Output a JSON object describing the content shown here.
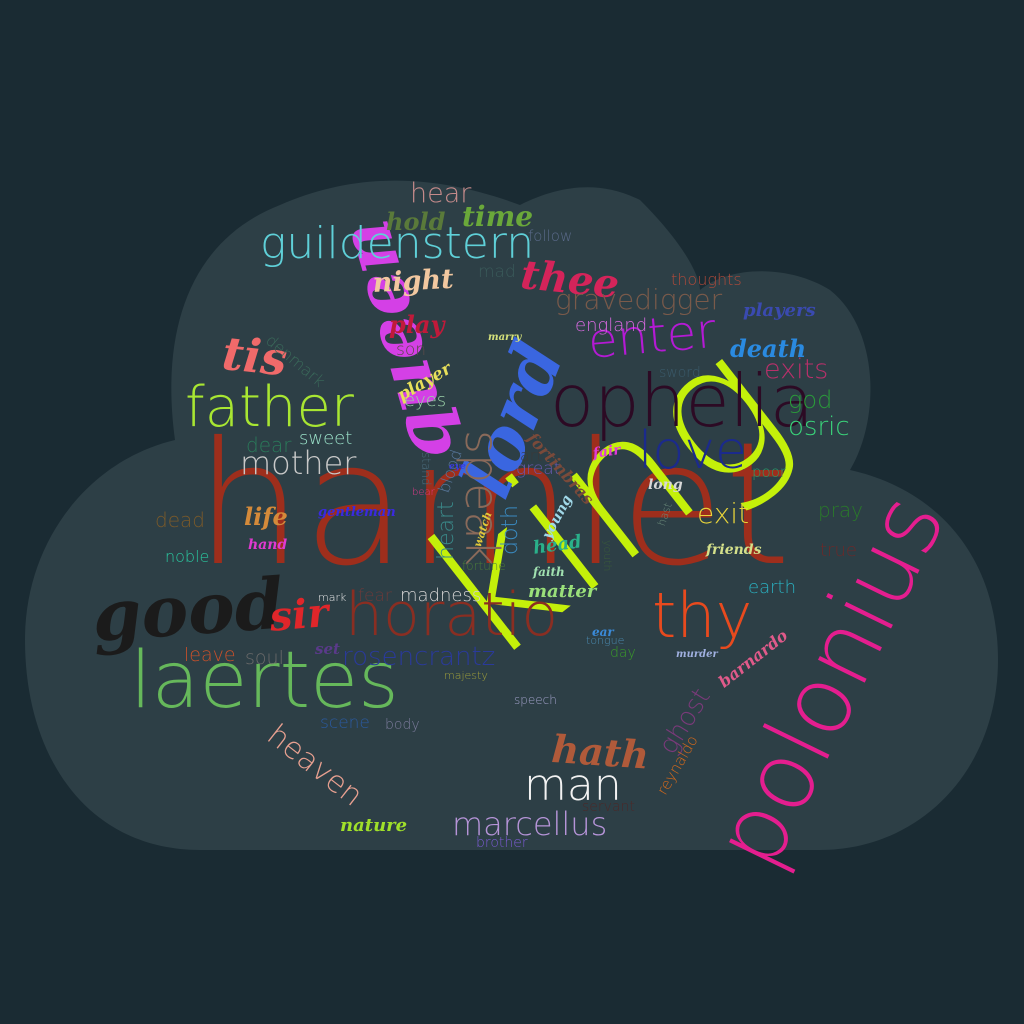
{
  "background_color": "#1a2b33",
  "cloud_color": "#2d3f46",
  "words": [
    {
      "text": "hamlet",
      "color": "#9e2e1c",
      "style": "sans"
    },
    {
      "text": "king",
      "color": "#c4f00a",
      "style": "sans"
    },
    {
      "text": "polonius",
      "color": "#e41e8f",
      "style": "sans"
    },
    {
      "text": "ophelia",
      "color": "#2c0a24",
      "style": "sans"
    },
    {
      "text": "laertes",
      "color": "#66b85b",
      "style": "sans"
    },
    {
      "text": "horatio",
      "color": "#8a2e22",
      "style": "sans"
    },
    {
      "text": "queen",
      "color": "#d440e6",
      "style": "script"
    },
    {
      "text": "lord",
      "color": "#3a66e0",
      "style": "script"
    },
    {
      "text": "good",
      "color": "#1b1b1b",
      "style": "script"
    },
    {
      "text": "father",
      "color": "#a8e632",
      "style": "sans"
    },
    {
      "text": "guildenstern",
      "color": "#5fd0d8",
      "style": "sans"
    },
    {
      "text": "thy",
      "color": "#e84a1e",
      "style": "sans"
    },
    {
      "text": "love",
      "color": "#1b2a8c",
      "style": "sans"
    },
    {
      "text": "enter",
      "color": "#b41ad4",
      "style": "sans"
    },
    {
      "text": "speak",
      "color": "#8a6a5a",
      "style": "sans"
    },
    {
      "text": "thee",
      "color": "#d4245a",
      "style": "script"
    },
    {
      "text": "tis",
      "color": "#f06a6a",
      "style": "script"
    },
    {
      "text": "sir",
      "color": "#e0262a",
      "style": "script"
    },
    {
      "text": "man",
      "color": "#f2f2f2",
      "style": "sans"
    },
    {
      "text": "marcellus",
      "color": "#b694d8",
      "style": "sans"
    },
    {
      "text": "hath",
      "color": "#b05a3a",
      "style": "script"
    },
    {
      "text": "mother",
      "color": "#c8c8c8",
      "style": "sans"
    },
    {
      "text": "rosencrantz",
      "color": "#2a3a9a",
      "style": "sans"
    },
    {
      "text": "gravedigger",
      "color": "#7a5a4a",
      "style": "sans"
    },
    {
      "text": "heaven",
      "color": "#e8a090",
      "style": "sans"
    },
    {
      "text": "ghost",
      "color": "#7a3a7a",
      "style": "sans"
    },
    {
      "text": "exit",
      "color": "#e8d43a",
      "style": "sans"
    },
    {
      "text": "exits",
      "color": "#b8306a",
      "style": "sans"
    },
    {
      "text": "osric",
      "color": "#3ad47a",
      "style": "sans"
    },
    {
      "text": "god",
      "color": "#2a9a3a",
      "style": "sans"
    },
    {
      "text": "hear",
      "color": "#c48a8a",
      "style": "sans"
    },
    {
      "text": "time",
      "color": "#6aa83a",
      "style": "script"
    },
    {
      "text": "hold",
      "color": "#5a7a3a",
      "style": "script"
    },
    {
      "text": "night",
      "color": "#f2c8a0",
      "style": "script"
    },
    {
      "text": "play",
      "color": "#c01a3a",
      "style": "script"
    },
    {
      "text": "death",
      "color": "#2a8ae0",
      "style": "script"
    },
    {
      "text": "players",
      "color": "#3a4ab0",
      "style": "script"
    },
    {
      "text": "england",
      "color": "#d86ae0",
      "style": "sans"
    },
    {
      "text": "thoughts",
      "color": "#b04a3a",
      "style": "sans"
    },
    {
      "text": "mad",
      "color": "#3a5a5a",
      "style": "sans"
    },
    {
      "text": "follow",
      "color": "#5a6a8a",
      "style": "sans"
    },
    {
      "text": "dear",
      "color": "#2a7a5a",
      "style": "sans"
    },
    {
      "text": "sweet",
      "color": "#9ae0c8",
      "style": "sans"
    },
    {
      "text": "eyes",
      "color": "#9ad0a8",
      "style": "sans"
    },
    {
      "text": "son",
      "color": "#5a4a4a",
      "style": "sans"
    },
    {
      "text": "denmark",
      "color": "#3a6a5a",
      "style": "sans"
    },
    {
      "text": "player",
      "color": "#e8e05a",
      "style": "script"
    },
    {
      "text": "marry",
      "color": "#d4e07a",
      "style": "script"
    },
    {
      "text": "sword",
      "color": "#3a5a6a",
      "style": "sans"
    },
    {
      "text": "dead",
      "color": "#7a5a2a",
      "style": "sans"
    },
    {
      "text": "life",
      "color": "#d48a3a",
      "style": "script"
    },
    {
      "text": "noble",
      "color": "#2ac8a0",
      "style": "sans"
    },
    {
      "text": "hand",
      "color": "#e03ad0",
      "style": "script"
    },
    {
      "text": "gentleman",
      "color": "#3a2ae0",
      "style": "script"
    },
    {
      "text": "heart",
      "color": "#3a8a8a",
      "style": "sans"
    },
    {
      "text": "doth",
      "color": "#3a8ac0",
      "style": "sans"
    },
    {
      "text": "blood",
      "color": "#5a7aa0",
      "style": "sans"
    },
    {
      "text": "stand",
      "color": "#4a6a7a",
      "style": "sans"
    },
    {
      "text": "eye",
      "color": "#3a3ae0",
      "style": "script"
    },
    {
      "text": "bear",
      "color": "#e03a8a",
      "style": "sans"
    },
    {
      "text": "watch",
      "color": "#e0c83a",
      "style": "script"
    },
    {
      "text": "young",
      "color": "#a0d8e8",
      "style": "script"
    },
    {
      "text": "head",
      "color": "#2ab08a",
      "style": "script"
    },
    {
      "text": "faith",
      "color": "#a0e0b0",
      "style": "script"
    },
    {
      "text": "fortune",
      "color": "#4a7a3a",
      "style": "sans"
    },
    {
      "text": "madness",
      "color": "#d0d0d0",
      "style": "sans"
    },
    {
      "text": "fear",
      "color": "#6a3a3a",
      "style": "sans"
    },
    {
      "text": "matter",
      "color": "#9ae07a",
      "style": "script"
    },
    {
      "text": "mark",
      "color": "#e8e8e8",
      "style": "sans"
    },
    {
      "text": "leave",
      "color": "#c8502a",
      "style": "sans"
    },
    {
      "text": "soul",
      "color": "#6a6a6a",
      "style": "sans"
    },
    {
      "text": "set",
      "color": "#5a3a8a",
      "style": "script"
    },
    {
      "text": "majesty",
      "color": "#a0a03a",
      "style": "sans"
    },
    {
      "text": "scene",
      "color": "#2a5aa0",
      "style": "sans"
    },
    {
      "text": "body",
      "color": "#7a7a9a",
      "style": "sans"
    },
    {
      "text": "speech",
      "color": "#a0a0c8",
      "style": "sans"
    },
    {
      "text": "nature",
      "color": "#a0e02a",
      "style": "script"
    },
    {
      "text": "brother",
      "color": "#7a5ad0",
      "style": "sans"
    },
    {
      "text": "art",
      "color": "#3a3a3a",
      "style": "sans"
    },
    {
      "text": "great",
      "color": "#6a5ab0",
      "style": "sans"
    },
    {
      "text": "fortinbras",
      "color": "#7a4a3a",
      "style": "script"
    },
    {
      "text": "fair",
      "color": "#e03ad8",
      "style": "script"
    },
    {
      "text": "long",
      "color": "#d8d8d8",
      "style": "script"
    },
    {
      "text": "hast",
      "color": "#6a8a7a",
      "style": "sans"
    },
    {
      "text": "youth",
      "color": "#3a5a3a",
      "style": "sans"
    },
    {
      "text": "poor",
      "color": "#2a9a6a",
      "style": "sans"
    },
    {
      "text": "pray",
      "color": "#2a7a2a",
      "style": "sans"
    },
    {
      "text": "true",
      "color": "#6a2a2a",
      "style": "sans"
    },
    {
      "text": "friends",
      "color": "#d4e08a",
      "style": "script"
    },
    {
      "text": "earth",
      "color": "#2ab0c0",
      "style": "sans"
    },
    {
      "text": "ear",
      "color": "#3a8ad8",
      "style": "script"
    },
    {
      "text": "tongue",
      "color": "#4a8ab0",
      "style": "sans"
    },
    {
      "text": "day",
      "color": "#3a9a2a",
      "style": "sans"
    },
    {
      "text": "murder",
      "color": "#a0b0e0",
      "style": "script"
    },
    {
      "text": "barnardo",
      "color": "#e05a8a",
      "style": "script"
    },
    {
      "text": "reynaldo",
      "color": "#d86a1a",
      "style": "sans"
    },
    {
      "text": "servant",
      "color": "#4a2a2a",
      "style": "sans"
    }
  ]
}
